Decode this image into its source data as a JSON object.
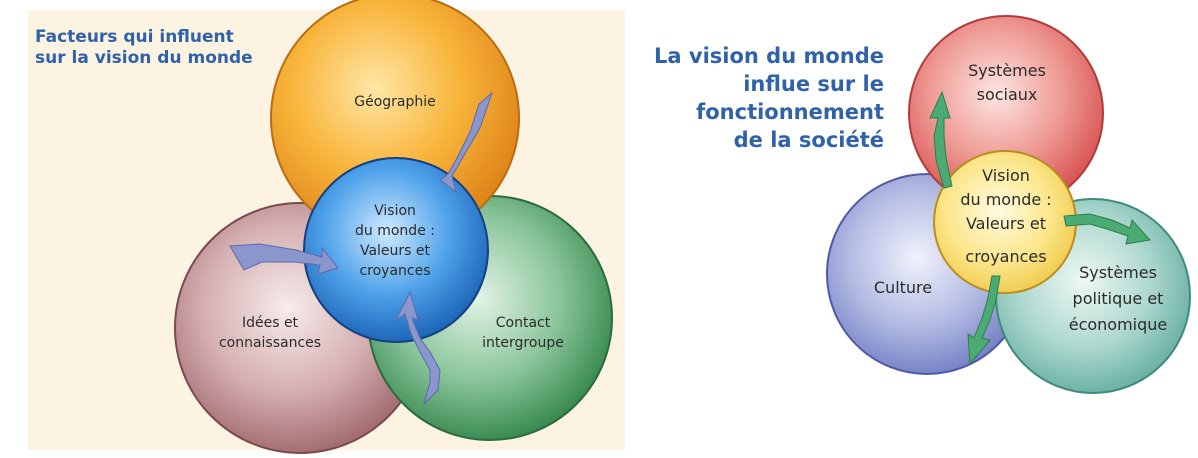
{
  "left_diagram": {
    "title_lines": [
      "Facteurs qui influent",
      "sur la vision du monde"
    ],
    "center_lines": [
      "Vision",
      "du monde :",
      "Valeurs et",
      "croyances"
    ],
    "geography": [
      "Géographie"
    ],
    "ideas": [
      "Idées et",
      "connaissances"
    ],
    "contact": [
      "Contact",
      "intergroupe"
    ]
  },
  "right_diagram": {
    "title_lines": [
      "La vision du monde",
      "influe sur le",
      "fonctionnement",
      "de la société"
    ],
    "center_lines": [
      "Vision",
      "du monde :",
      "Valeurs et",
      "croyances"
    ],
    "social": [
      "Systèmes",
      "sociaux"
    ],
    "culture": [
      "Culture"
    ],
    "political": [
      "Systèmes",
      "politique et",
      "économique"
    ]
  },
  "colors": {
    "title_blue": "#2f62a8",
    "geography_orange": "#f6a623",
    "ideas_mauve": "#b98a8e",
    "contact_green": "#3f9a57",
    "center_blue": "#2f86d6",
    "left_arrow": "#8a96cc",
    "social_red": "#e06a6a",
    "culture_lavender": "#8f9ad2",
    "political_teal": "#7cc0b4",
    "center_yellow": "#f7dd6a",
    "right_arrow": "#4bab73"
  }
}
